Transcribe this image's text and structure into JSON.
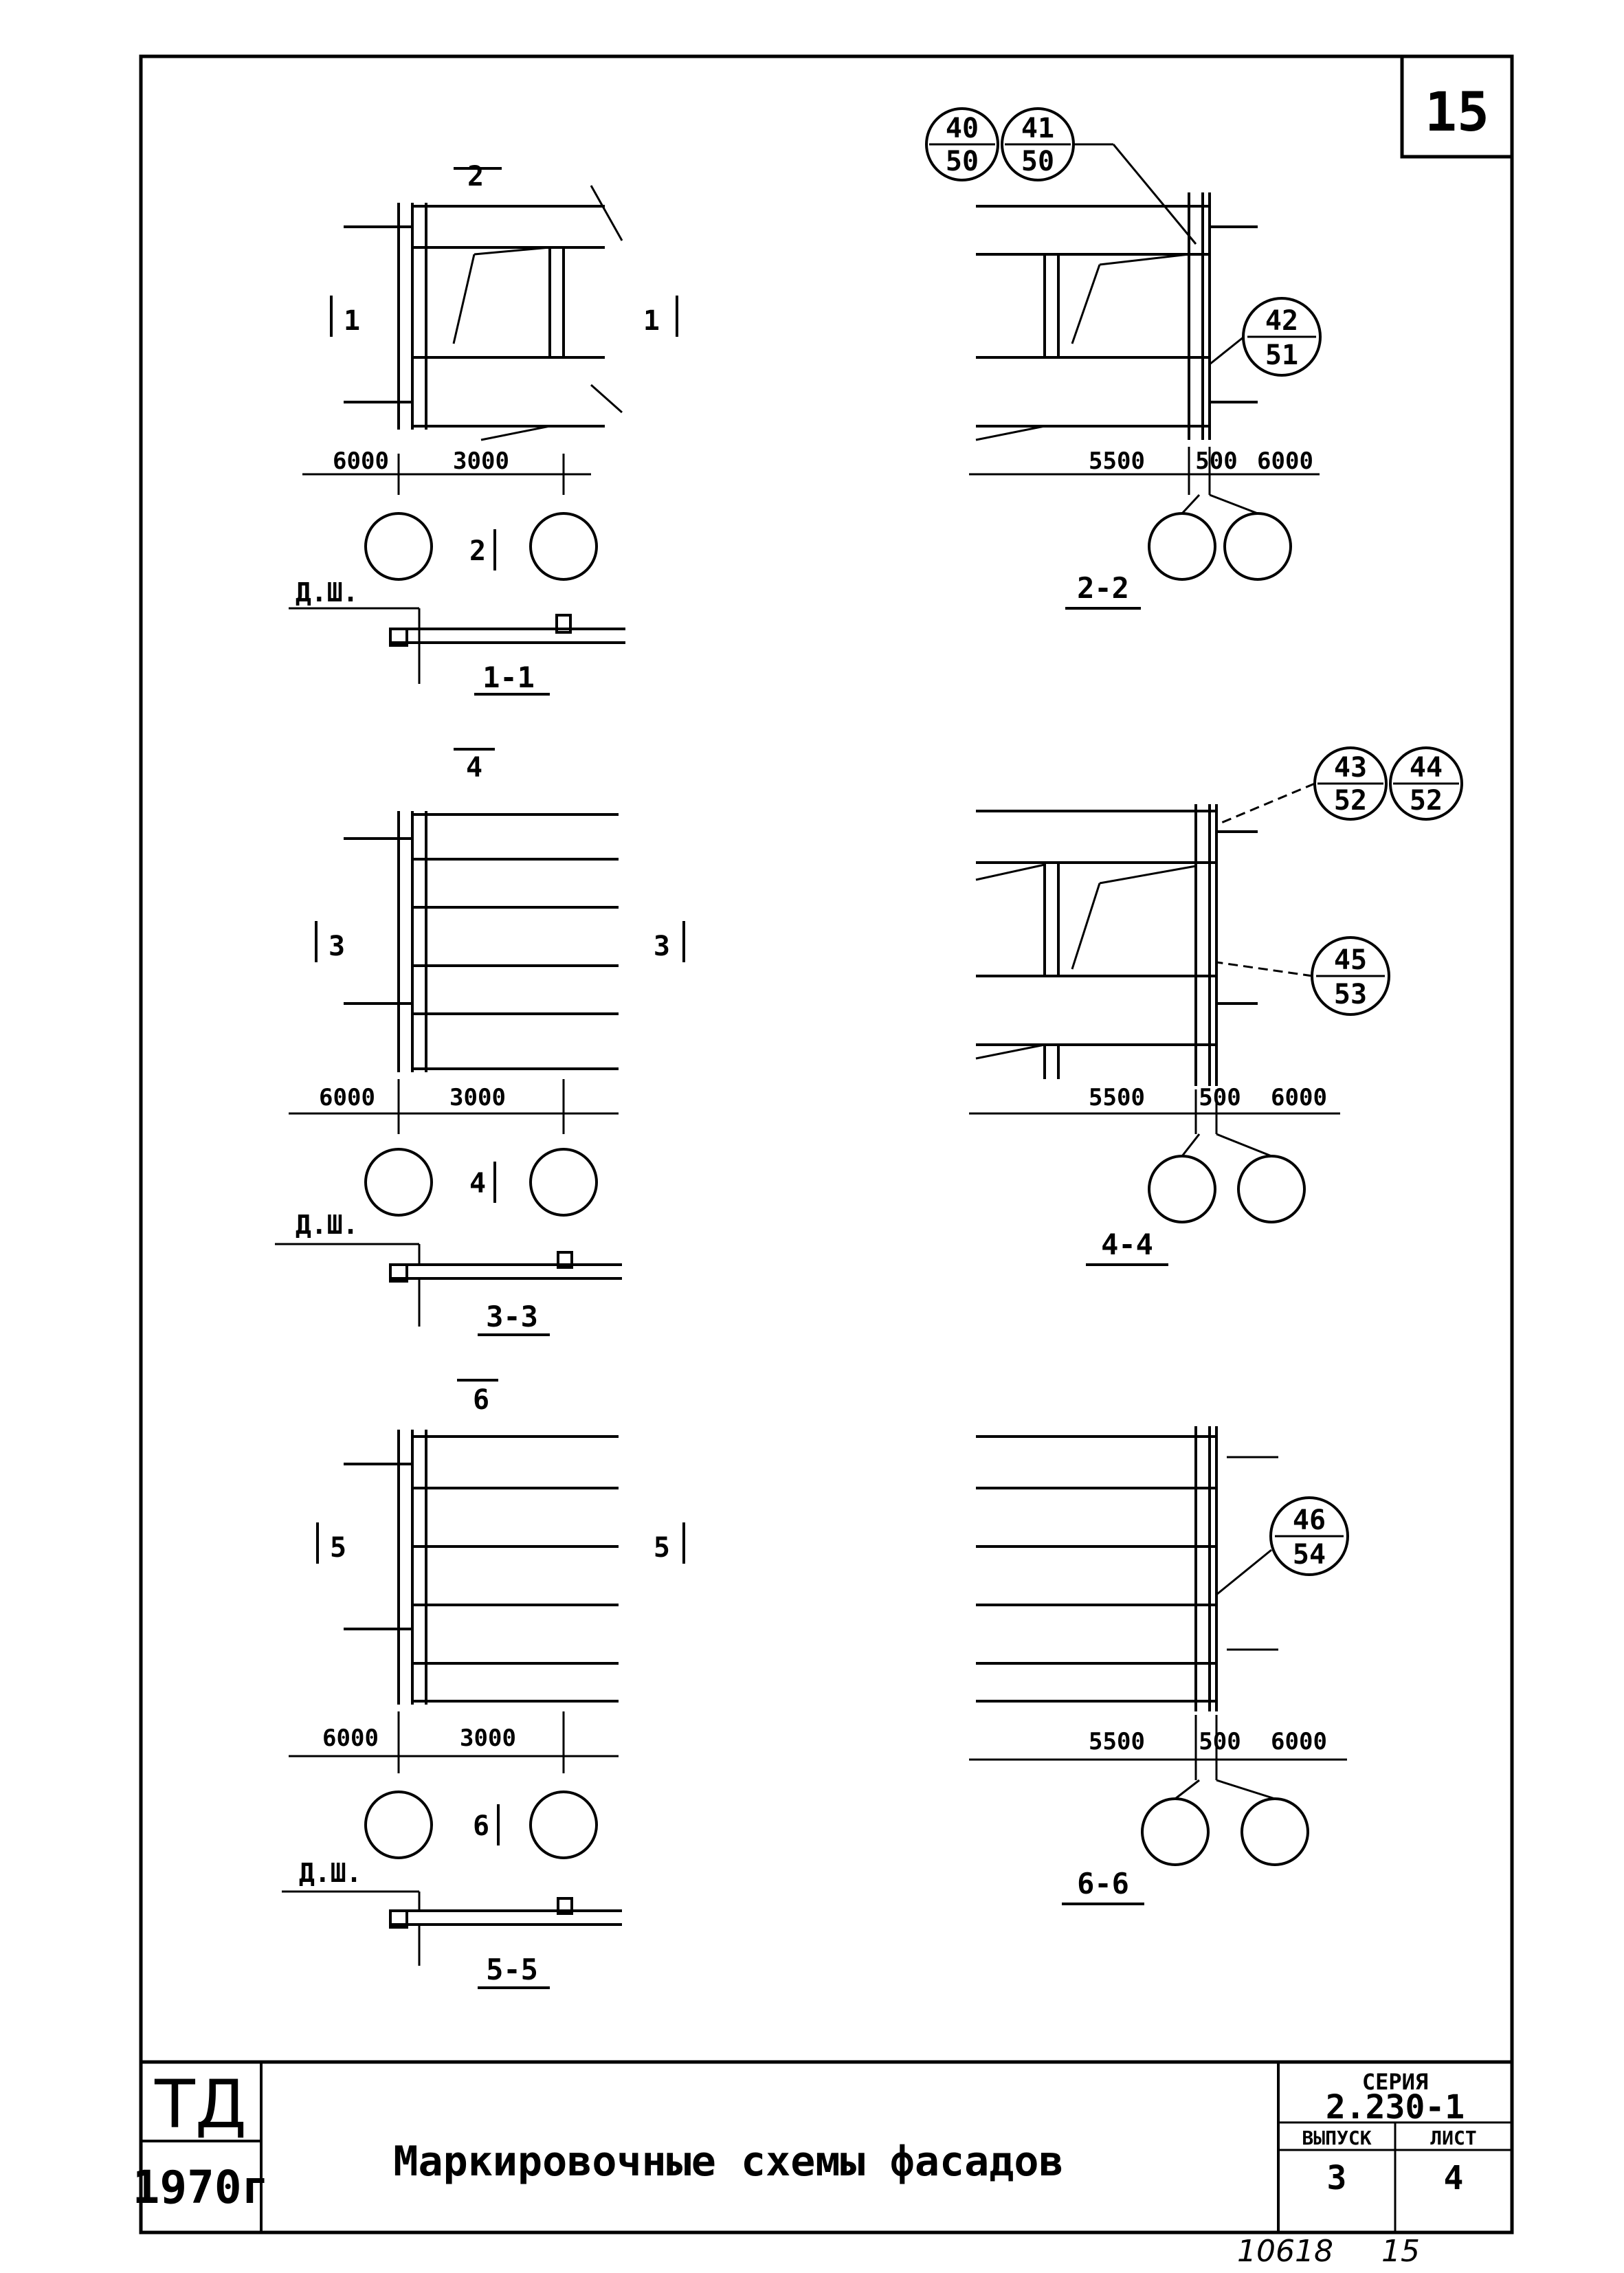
{
  "sheet_number": "15",
  "callouts": {
    "c40_50": {
      "top": "40",
      "bottom": "50"
    },
    "c41_50": {
      "top": "41",
      "bottom": "50"
    },
    "c42_51": {
      "top": "42",
      "bottom": "51"
    },
    "c43_52": {
      "top": "43",
      "bottom": "52"
    },
    "c44_52": {
      "top": "44",
      "bottom": "52"
    },
    "c45_53": {
      "top": "45",
      "bottom": "53"
    },
    "c46_54": {
      "top": "46",
      "bottom": "54"
    }
  },
  "section_marks": {
    "m1": "1",
    "m2": "2",
    "m3": "3",
    "m4": "4",
    "m5": "5",
    "m6": "6"
  },
  "plan_labels": {
    "dsh": "Д.Ш.",
    "s11": "1-1",
    "s22": "2-2",
    "s33": "3-3",
    "s44": "4-4",
    "s55": "5-5",
    "s66": "6-6"
  },
  "dims": {
    "d6000": "6000",
    "d3000": "3000",
    "d5500": "5500",
    "d500": "500"
  },
  "title_block": {
    "org": "ТД",
    "year": "1970г",
    "title": "Маркировочные схемы фасадов",
    "series_label": "СЕРИЯ",
    "series_value": "2.230-1",
    "issue_label": "ВЫПУСК",
    "issue_value": "3",
    "sheet_label": "ЛИСТ",
    "sheet_value": "4"
  },
  "footer": {
    "archive_no": "10618",
    "page": "15"
  }
}
